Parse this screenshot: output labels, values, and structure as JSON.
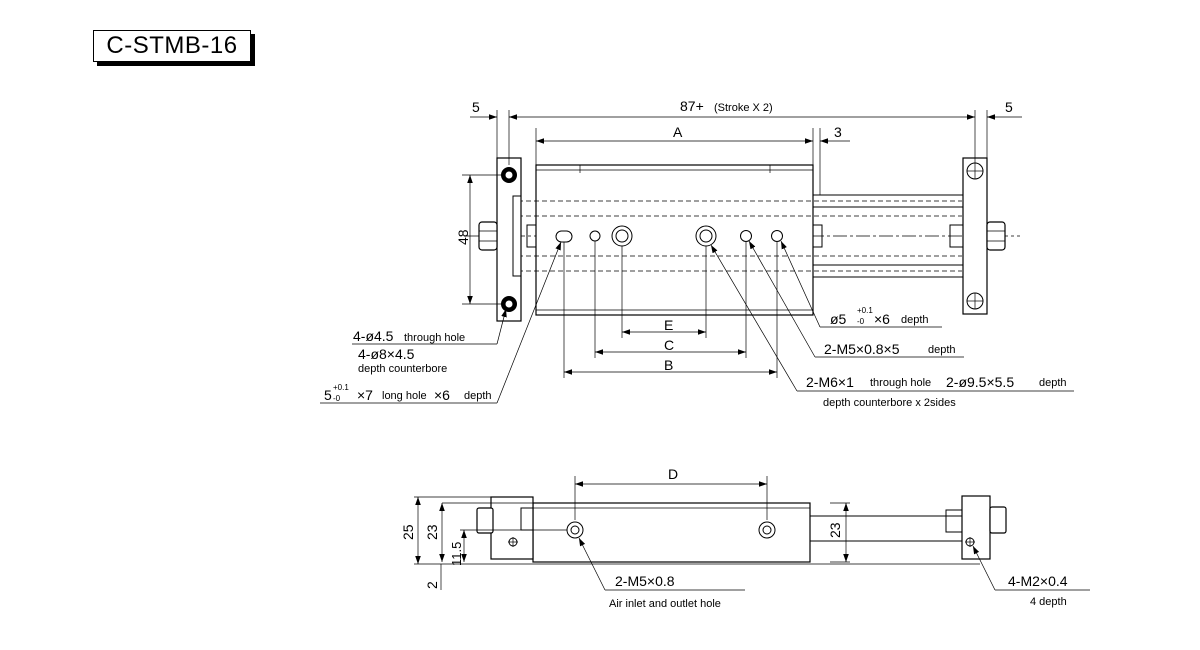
{
  "model": "C-STMB-16",
  "top_view": {
    "overall": "87+",
    "overall_note": "(Stroke X 2)",
    "left_gap": "5",
    "right_gap": "5",
    "end_gap": "3",
    "dim_a": "A",
    "dim_b": "B",
    "dim_c": "C",
    "dim_e": "E",
    "height": "48",
    "callout_through_hole": "4-ø4.5",
    "callout_through_hole_note": "through hole",
    "callout_counterbore": "4-ø8×4.5",
    "callout_counterbore_note": "depth counterbore",
    "callout_long_hole_base": "5",
    "callout_long_hole_tol_plus": "+0.1",
    "callout_long_hole_tol_minus": "-0",
    "callout_long_hole_size": "×7",
    "callout_long_hole_note": "long hole",
    "callout_long_hole_depth": "×6",
    "callout_long_hole_depth_note": "depth",
    "callout_pin_base": "ø5",
    "callout_pin_tol_plus": "+0.1",
    "callout_pin_tol_minus": "-0",
    "callout_pin_depth": "×6",
    "callout_pin_depth_note": "depth",
    "callout_m5": "2-M5×0.8×5",
    "callout_m5_note": "depth",
    "callout_m6": "2-M6×1",
    "callout_m6_note": "through hole",
    "callout_m6_cb": "2-ø9.5×5.5",
    "callout_m6_cb_note": "depth",
    "callout_m6_sides": "depth counterbore x 2sides"
  },
  "side_view": {
    "dim_d": "D",
    "height_total": "25",
    "height_body": "23",
    "height_port": "11.5",
    "base_gap": "2",
    "rod_height": "23",
    "callout_port": "2-M5×0.8",
    "callout_port_note": "Air inlet and outlet hole",
    "callout_tap": "4-M2×0.4",
    "callout_tap_note": "4 depth"
  }
}
